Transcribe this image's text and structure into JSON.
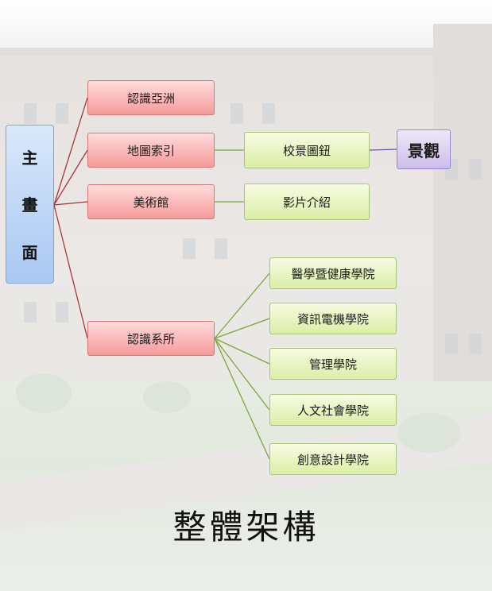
{
  "title": "整體架構",
  "root": {
    "chars": [
      "主",
      "畫",
      "面"
    ]
  },
  "level1": [
    "認識亞洲",
    "地圖索引",
    "美術館",
    "認識系所"
  ],
  "level2": {
    "map_child": "校景圖鈕",
    "museum_child": "影片介紹"
  },
  "level3": {
    "map_grandchild": "景觀"
  },
  "departments": [
    "醫學暨健康學院",
    "資訊電機學院",
    "管理學院",
    "人文社會學院",
    "創意設計學院"
  ],
  "colors": {
    "root_fill": "#a9c8f2",
    "level1_fill": "#f59a9a",
    "level2_fill": "#dbeea6",
    "level3_fill": "#cdbde9",
    "red_line": "#a8343a",
    "green_line": "#7aa83a",
    "purple_line": "#6b4fa8"
  }
}
